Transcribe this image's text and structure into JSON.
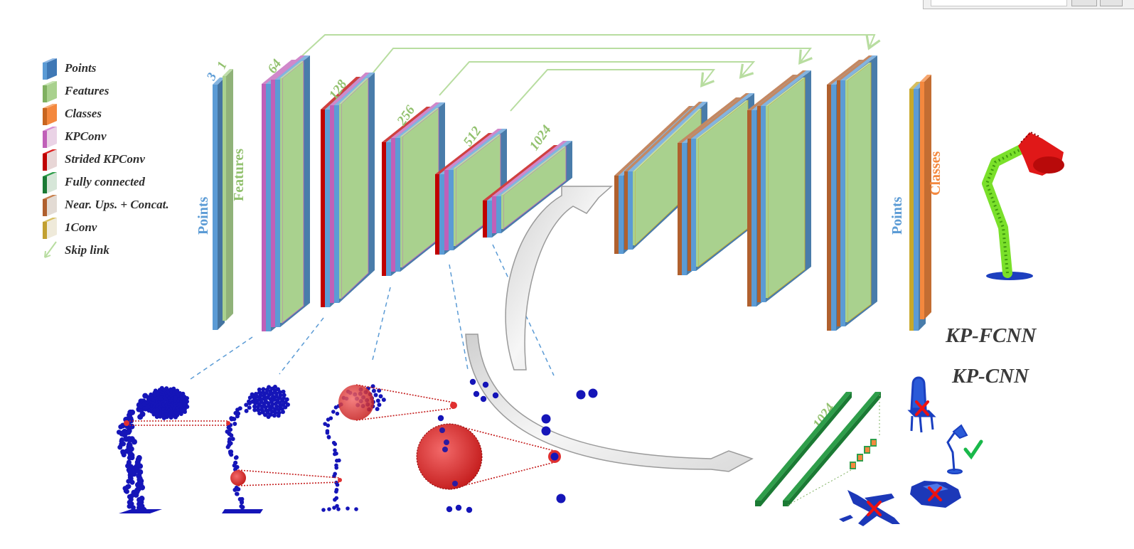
{
  "legend": {
    "items": [
      {
        "label": "Points",
        "color": "#5b9bd5",
        "side": "#3f78b5"
      },
      {
        "label": "Features",
        "color": "#a9d18e",
        "side": "#7fb060"
      },
      {
        "label": "Classes",
        "color": "#f4883e",
        "side": "#c8651f"
      },
      {
        "label": "KPConv",
        "color": "#e7b6e0",
        "side": "#c060b8"
      },
      {
        "label": "Strided KPConv",
        "color": "#d71a1a",
        "side": "#a00000"
      },
      {
        "label": "Fully connected",
        "color": "#2e9e4a",
        "side": "#1b7a34"
      },
      {
        "label": "Near. Ups. + Concat.",
        "color": "#d5a07a",
        "side": "#b0602e"
      },
      {
        "label": "1Conv",
        "color": "#e6d28a",
        "side": "#c2a030"
      },
      {
        "label": "Skip link",
        "color": "#a9d18e",
        "side": "#a9d18e"
      }
    ]
  },
  "encoder": {
    "input_labels": {
      "points_dim": "3",
      "features_dim": "1",
      "points": "Points",
      "features": "Features"
    },
    "widths": [
      "64",
      "128",
      "256",
      "512",
      "1024"
    ]
  },
  "output": {
    "points": "Points",
    "classes": "Classes"
  },
  "titles": {
    "fcnn": "KP-FCNN",
    "cnn": "KP-CNN"
  },
  "classifier": {
    "width": "1024"
  },
  "colors": {
    "points": "#5b9bd5",
    "features": "#a9d18e",
    "classes": "#f4883e",
    "kpconv": "#c060b8",
    "strided": "#c00000",
    "fc": "#2e9e4a",
    "ups": "#b0602e",
    "oneconv": "#c8a82a",
    "skip": "#b8dda0",
    "pointcloud": "#1515b8",
    "kernel": "#e03030",
    "seg_top": "#dd1111",
    "seg_body": "#66dd11"
  },
  "icons": [
    "chair-icon",
    "lamp-icon",
    "car-icon",
    "airplane-icon",
    "check-icon",
    "cross-icon"
  ]
}
